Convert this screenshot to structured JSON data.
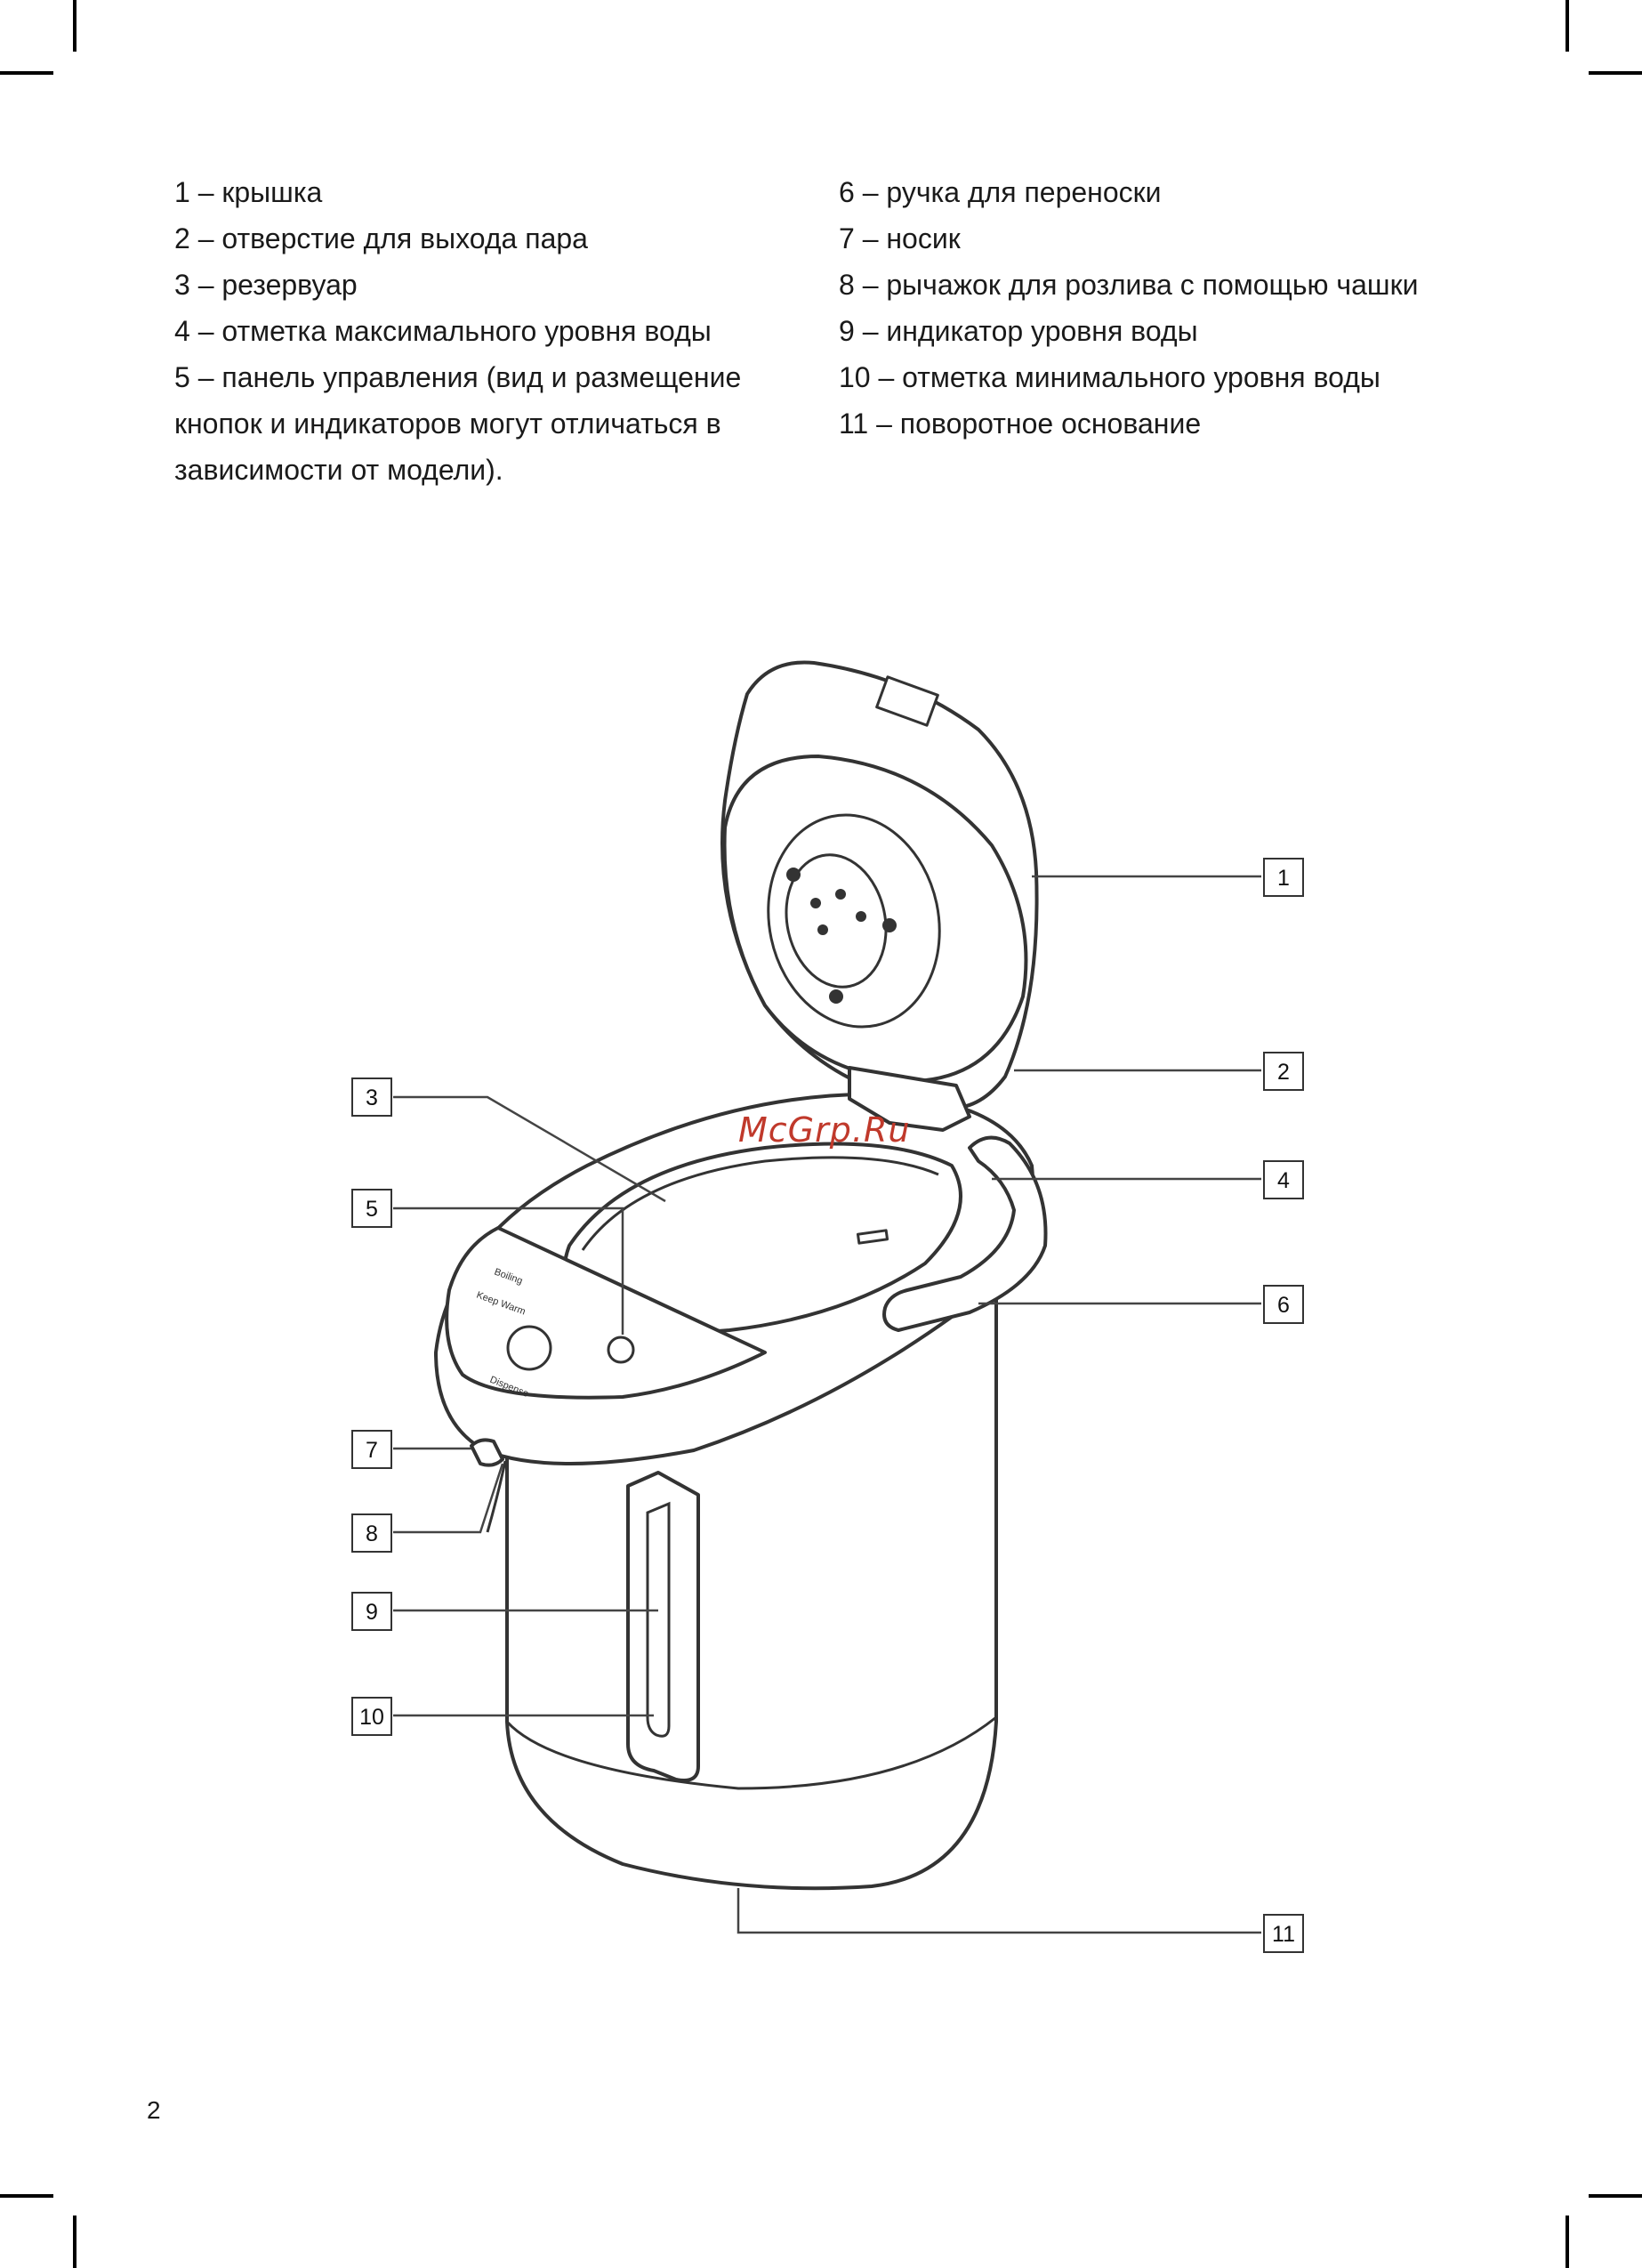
{
  "parts_left": [
    "1 – крышка",
    "2 – отверстие для выхода пара",
    "3 – резервуар",
    "4 – отметка максимального уровня воды",
    "5 – панель управления (вид и размещение кнопок и индикаторов могут отличаться в зависимости от модели)."
  ],
  "parts_right": [
    "6 – ручка для переноски",
    "7 – носик",
    "8 – рычажок для розлива с помощью чашки",
    "9 – индикатор уровня воды",
    "10 – отметка минимального уровня воды",
    "11 – поворотное основание"
  ],
  "callouts": [
    "1",
    "2",
    "3",
    "4",
    "5",
    "6",
    "7",
    "8",
    "9",
    "10",
    "11"
  ],
  "panel_labels": {
    "boiling": "Boiling",
    "keep_warm": "Keep Warm",
    "dispense": "Dispense"
  },
  "watermark": "McGrp.Ru",
  "page_number": "2"
}
